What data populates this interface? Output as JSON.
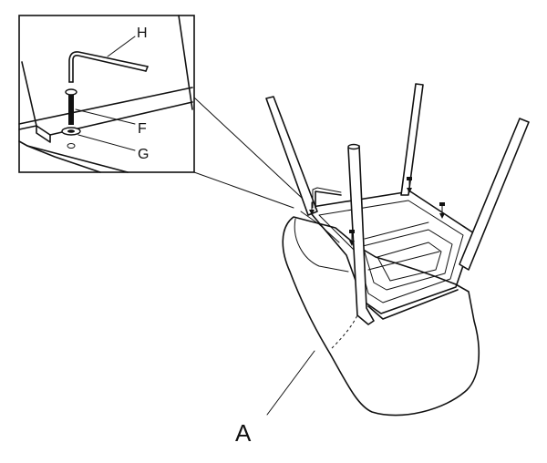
{
  "labels": {
    "seat": "A",
    "bolt": "F",
    "washer": "G",
    "hex_key": "H"
  }
}
